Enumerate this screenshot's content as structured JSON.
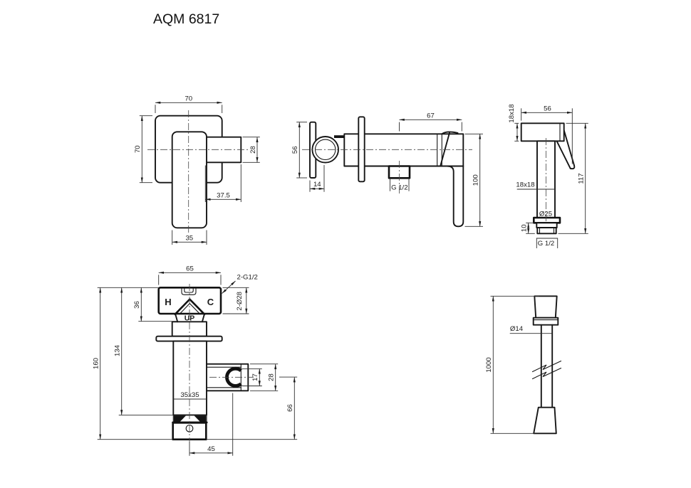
{
  "title": "AQM 6817",
  "colors": {
    "line": "#161616",
    "background": "#ffffff"
  },
  "views": {
    "front": {
      "dim_plate_width": "70",
      "dim_plate_height": "70",
      "dim_spout_height": "28",
      "dim_spout_length": "37.5",
      "dim_handle_width": "35"
    },
    "side": {
      "dim_flange_height": "56",
      "dim_flange_depth": "14",
      "label_outlet_thread": "G 1/2",
      "dim_body_length": "67",
      "dim_handle_height": "100"
    },
    "sprayer": {
      "dim_head_section": "18x18",
      "dim_head_length": "56",
      "dim_total_height": "117",
      "dim_body_section": "18x18",
      "dim_flange_diameter": "Ø25",
      "dim_thread_length": "10",
      "label_thread": "G 1/2"
    },
    "back": {
      "dim_body_width": "65",
      "label_inlets": "2-G1/2",
      "label_hot": "H",
      "label_cold": "C",
      "dim_escutcheons": "2-Ø28",
      "dim_top_offset": "36",
      "label_up": "UP",
      "dim_mid_height": "134",
      "dim_total_height": "160",
      "label_body_section": "35x35",
      "dim_clip_inner": "17",
      "dim_clip_outer": "28",
      "dim_holder_drop": "66",
      "dim_holder_offset": "45"
    },
    "hose": {
      "dim_length": "1000",
      "dim_diameter": "Ø14"
    }
  }
}
